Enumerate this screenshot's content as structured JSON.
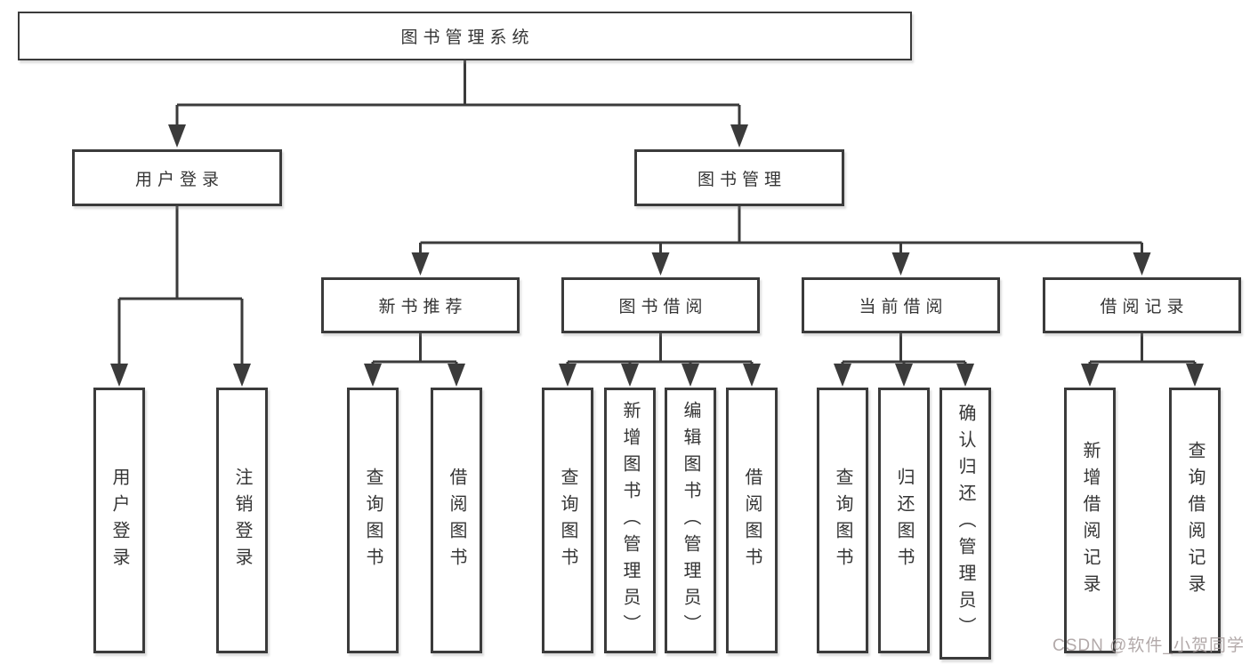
{
  "tree": {
    "root": {
      "label": "图书管理系统"
    },
    "user_login": {
      "label": "用户登录",
      "children": [
        {
          "label": "用户登录"
        },
        {
          "label": "注销登录"
        }
      ]
    },
    "book_mgmt": {
      "label": "图书管理",
      "children": [
        {
          "label": "新书推荐",
          "children": [
            {
              "label": "查询图书"
            },
            {
              "label": "借阅图书"
            }
          ]
        },
        {
          "label": "图书借阅",
          "children": [
            {
              "label": "查询图书"
            },
            {
              "label": "新增图书（管理员）"
            },
            {
              "label": "编辑图书（管理员）"
            },
            {
              "label": "借阅图书"
            }
          ]
        },
        {
          "label": "当前借阅",
          "children": [
            {
              "label": "查询图书"
            },
            {
              "label": "归还图书"
            },
            {
              "label": "确认归还（管理员）"
            }
          ]
        },
        {
          "label": "借阅记录",
          "children": [
            {
              "label": "新增借阅记录"
            },
            {
              "label": "查询借阅记录"
            }
          ]
        }
      ]
    }
  },
  "watermark": {
    "text": "CSDN @软件_小贺同学"
  },
  "colors": {
    "line": "#3b3b3b",
    "text": "#353535",
    "background": "#ffffff",
    "watermark": "#b7aeae"
  }
}
